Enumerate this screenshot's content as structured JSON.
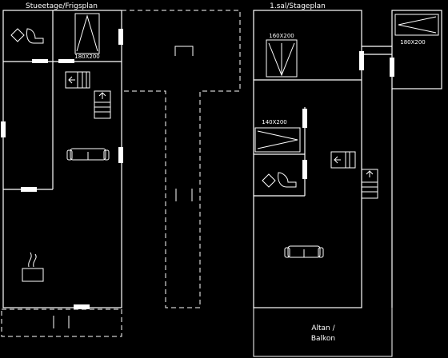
{
  "floors": {
    "ground": {
      "title": "Stueetage/Frigsplan"
    },
    "upper": {
      "title": "1.sal/Stageplan"
    }
  },
  "beds": {
    "ground_bed": "180X200",
    "upper_bed_top": "160X200",
    "upper_bed_right": "180X200",
    "upper_bed_mid": "140X200"
  },
  "balcony": {
    "line1": "Altan /",
    "line2": "Balkon"
  }
}
